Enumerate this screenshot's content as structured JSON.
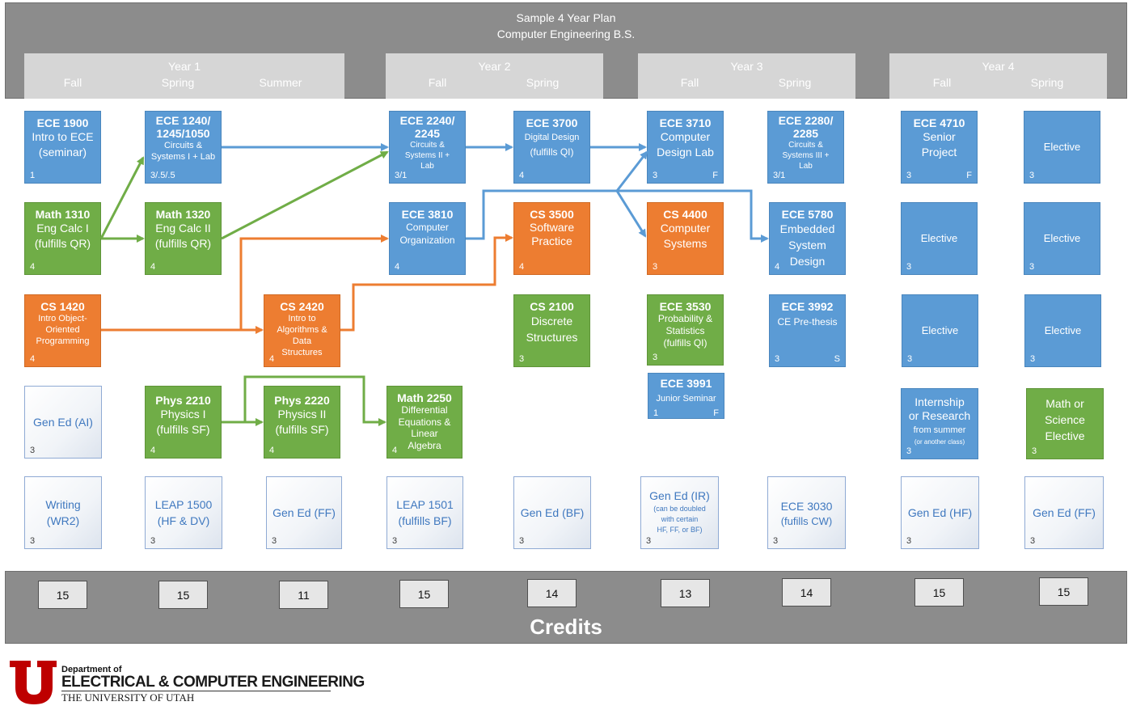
{
  "header": {
    "title_line1": "Sample 4 Year Plan",
    "title_line2": "Computer Engineering B.S."
  },
  "years": [
    {
      "label": "Year 1",
      "semesters": [
        "Fall",
        "Spring",
        "Summer"
      ]
    },
    {
      "label": "Year 2",
      "semesters": [
        "Fall",
        "Spring"
      ]
    },
    {
      "label": "Year 3",
      "semesters": [
        "Fall",
        "Spring"
      ]
    },
    {
      "label": "Year 4",
      "semesters": [
        "Fall",
        "Spring"
      ]
    }
  ],
  "courses": {
    "ece1900": {
      "code": "ECE 1900",
      "name": "Intro to ECE\n(seminar)",
      "credits": "1",
      "flag": ""
    },
    "ece1240": {
      "code": "ECE 1240/\n1245/1050",
      "name": "Circuits &\nSystems I + Lab",
      "credits": "3/.5/.5",
      "flag": ""
    },
    "ece2240": {
      "code": "ECE 2240/\n2245",
      "name": "Circuits &\nSystems II +\nLab",
      "credits": "3/1",
      "flag": ""
    },
    "ece3700": {
      "code": "ECE 3700",
      "name_small": "Digital Design",
      "name": "(fulfills QI)",
      "credits": "4",
      "flag": ""
    },
    "ece3710": {
      "code": "ECE 3710",
      "name": "Computer\nDesign Lab",
      "credits": "3",
      "flag": "F"
    },
    "ece2280": {
      "code": "ECE 2280/\n2285",
      "name": "Circuits &\nSystems III +\nLab",
      "credits": "3/1",
      "flag": ""
    },
    "ece4710": {
      "code": "ECE 4710",
      "name": "Senior\nProject",
      "credits": "3",
      "flag": "F"
    },
    "elective_y4s_1": {
      "name": "Elective",
      "credits": "3"
    },
    "math1310": {
      "code": "Math 1310",
      "name": "Eng Calc I\n(fulfills QR)",
      "credits": "4"
    },
    "math1320": {
      "code": "Math 1320",
      "name": "Eng Calc II\n(fulfills QR)",
      "credits": "4"
    },
    "ece3810": {
      "code": "ECE 3810",
      "name": "Computer\nOrganization",
      "credits": "4"
    },
    "cs3500": {
      "code": "CS 3500",
      "name": "Software\nPractice",
      "credits": "4"
    },
    "cs4400": {
      "code": "CS 4400",
      "name": "Computer\nSystems",
      "credits": "3"
    },
    "ece5780": {
      "code": "ECE 5780",
      "name": "Embedded\nSystem\nDesign",
      "credits": "4"
    },
    "elective_y4f_2": {
      "name": "Elective",
      "credits": "3"
    },
    "elective_y4s_2": {
      "name": "Elective",
      "credits": "3"
    },
    "cs1420": {
      "code": "CS 1420",
      "name": "Intro Object-\nOriented\nProgramming",
      "credits": "4"
    },
    "cs2420": {
      "code": "CS 2420",
      "name": "Intro to\nAlgorithms &\nData\nStructures",
      "credits": "4"
    },
    "cs2100": {
      "code": "CS 2100",
      "name": "Discrete\nStructures",
      "credits": "3"
    },
    "ece3530": {
      "code": "ECE 3530",
      "name": "Probability &\nStatistics\n(fulfills QI)",
      "credits": "3"
    },
    "ece3992": {
      "code": "ECE 3992",
      "name": "CE Pre-thesis",
      "credits": "3",
      "flag": "S"
    },
    "elective_y4f_3": {
      "name": "Elective",
      "credits": "3"
    },
    "elective_y4s_3": {
      "name": "Elective",
      "credits": "3"
    },
    "ece3991": {
      "code": "ECE 3991",
      "name": "Junior Seminar",
      "credits": "1",
      "flag": "F"
    },
    "gened_ai": {
      "name": "Gen Ed (AI)",
      "credits": "3"
    },
    "phys2210": {
      "code": "Phys 2210",
      "name": "Physics I\n(fulfills SF)",
      "credits": "4"
    },
    "phys2220": {
      "code": "Phys 2220",
      "name": "Physics II\n(fulfills SF)",
      "credits": "4"
    },
    "math2250": {
      "code": "Math 2250",
      "name": "Differential\nEquations &\nLinear\nAlgebra",
      "credits": "4"
    },
    "internship": {
      "name": "Internship\nor Research",
      "name_small": "from summer",
      "note": "(or another class)",
      "credits": "3"
    },
    "mathsci": {
      "name": "Math or\nScience\nElective",
      "credits": "3"
    },
    "writing": {
      "name": "Writing\n(WR2)",
      "credits": "3"
    },
    "leap1500": {
      "name": "LEAP 1500\n(HF & DV)",
      "credits": "3"
    },
    "gened_ff1": {
      "name": "Gen Ed (FF)",
      "credits": "3"
    },
    "leap1501": {
      "name": "LEAP 1501\n(fulfills BF)",
      "credits": "3"
    },
    "gened_bf": {
      "name": "Gen Ed (BF)",
      "credits": "3"
    },
    "gened_ir": {
      "name": "Gen Ed (IR)",
      "name_small": "(can be doubled\nwith certain\nHF, FF, or BF)",
      "credits": "3"
    },
    "ece3030": {
      "name": "ECE 3030",
      "name_small": "(fufills CW)",
      "credits": "3"
    },
    "gened_hf": {
      "name": "Gen Ed (HF)",
      "credits": "3"
    },
    "gened_ff2": {
      "name": "Gen Ed (FF)",
      "credits": "3"
    }
  },
  "credit_totals": [
    "15",
    "15",
    "11",
    "15",
    "14",
    "13",
    "14",
    "15",
    "15"
  ],
  "footer": {
    "credits_label": "Credits"
  },
  "logo": {
    "dept": "Department of",
    "name": "ELECTRICAL & COMPUTER ENGINEERING",
    "university": "THE UNIVERSITY OF UTAH"
  },
  "colors": {
    "blue": "#5b9bd5",
    "green": "#70ad47",
    "orange": "#ed7d31",
    "utah_red": "#be0000",
    "header_gray": "#8c8c8c"
  }
}
